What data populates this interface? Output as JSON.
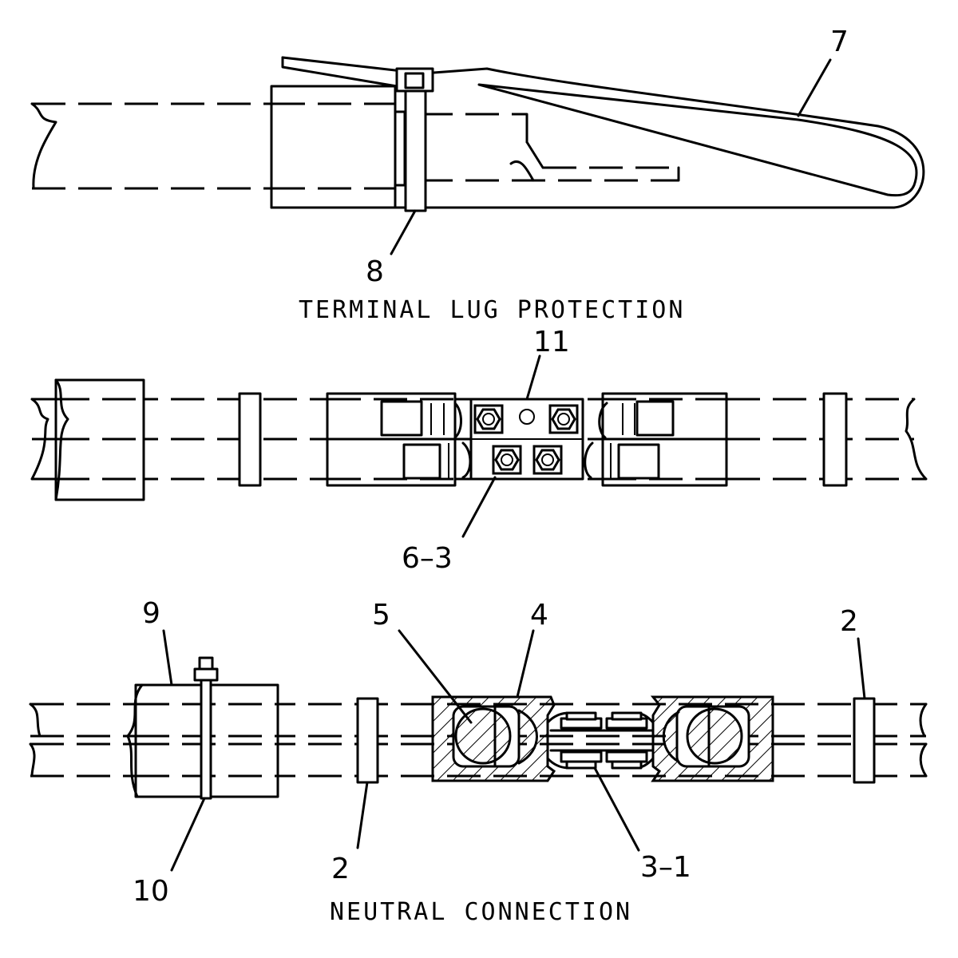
{
  "views": {
    "terminal_lug": {
      "title": "TERMINAL LUG PROTECTION",
      "callouts": {
        "c7": "7",
        "c8": "8"
      }
    },
    "middle": {
      "callouts": {
        "c11": "11",
        "c6_3": "6–3"
      }
    },
    "neutral": {
      "title": "NEUTRAL CONNECTION",
      "callouts": {
        "c9": "9",
        "c5": "5",
        "c4": "4",
        "c2a": "2",
        "c2b": "2",
        "c10": "10",
        "c3_1": "3–1"
      }
    }
  },
  "colors": {
    "line": "#000000",
    "background": "#ffffff"
  }
}
